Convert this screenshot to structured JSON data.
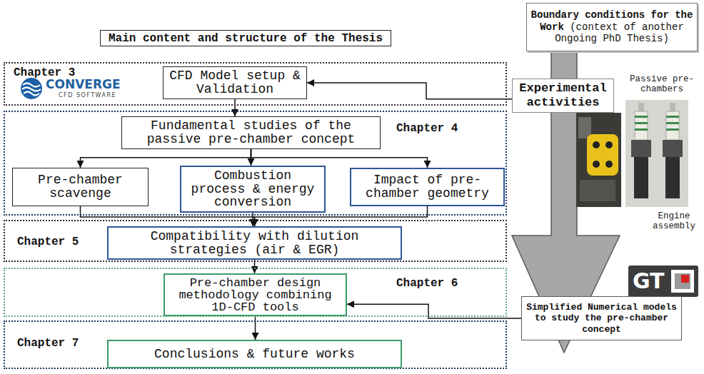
{
  "diagram": {
    "title": "Main content and structure of the Thesis",
    "nodes": [
      {
        "text": [
          "Chapter 3"
        ]
      },
      {
        "text": [
          "CFD Model setup & Validation"
        ],
        "in": 0
      },
      {
        "text": [
          "Chapter 4"
        ]
      },
      {
        "text": [
          "Fundamental studies of the passive pre-chamber concept"
        ],
        "in": 2
      },
      {
        "text": [
          "Pre-chamber scavenge"
        ],
        "in": 2
      },
      {
        "text": [
          "Combustion process & energy conversion"
        ],
        "in": 2
      },
      {
        "text": [
          "Impact of pre-chamber geometry"
        ],
        "in": 2
      },
      {
        "text": [
          "Chapter 5"
        ]
      },
      {
        "text": [
          "Compatibility with dilution strategies (air & EGR)"
        ],
        "in": 7
      },
      {
        "text": [
          "Chapter 6"
        ]
      },
      {
        "text": [
          "Pre-chamber design methodology combining 1D-CFD tools"
        ],
        "in": 9
      },
      {
        "text": [
          "Chapter 7"
        ]
      },
      {
        "text": [
          "Conclusions & future works"
        ],
        "in": 11
      },
      {
        "text": [
          "Boundary conditions for the Work",
          "(context of another Ongoing PhD Thesis)"
        ]
      },
      {
        "text": [
          "Experimental activities"
        ]
      },
      {
        "text": [
          "Simplified Numerical models to study the pre-chamber concept"
        ]
      }
    ],
    "edges": [
      {
        "from": 14,
        "to": 1,
        "arrow": "to"
      },
      {
        "from": 1,
        "to": 3,
        "arrow": "to"
      },
      {
        "from": 3,
        "to": 4,
        "arrow": "to"
      },
      {
        "from": 3,
        "to": 5,
        "arrow": "to"
      },
      {
        "from": 3,
        "to": 6,
        "arrow": "to"
      },
      {
        "from": 4,
        "to": 8,
        "arrow": "to"
      },
      {
        "from": 5,
        "to": 8,
        "arrow": "to"
      },
      {
        "from": 6,
        "to": 8,
        "arrow": "to"
      },
      {
        "from": 8,
        "to": 10,
        "arrow": "to"
      },
      {
        "from": 15,
        "to": 10,
        "arrow": "to"
      },
      {
        "from": 10,
        "to": 12,
        "arrow": "to"
      }
    ],
    "labels": [
      "CONVERGE",
      "CFD SOFTWARE",
      "Passive pre-chambers",
      "Engine assembly",
      "GT"
    ]
  }
}
